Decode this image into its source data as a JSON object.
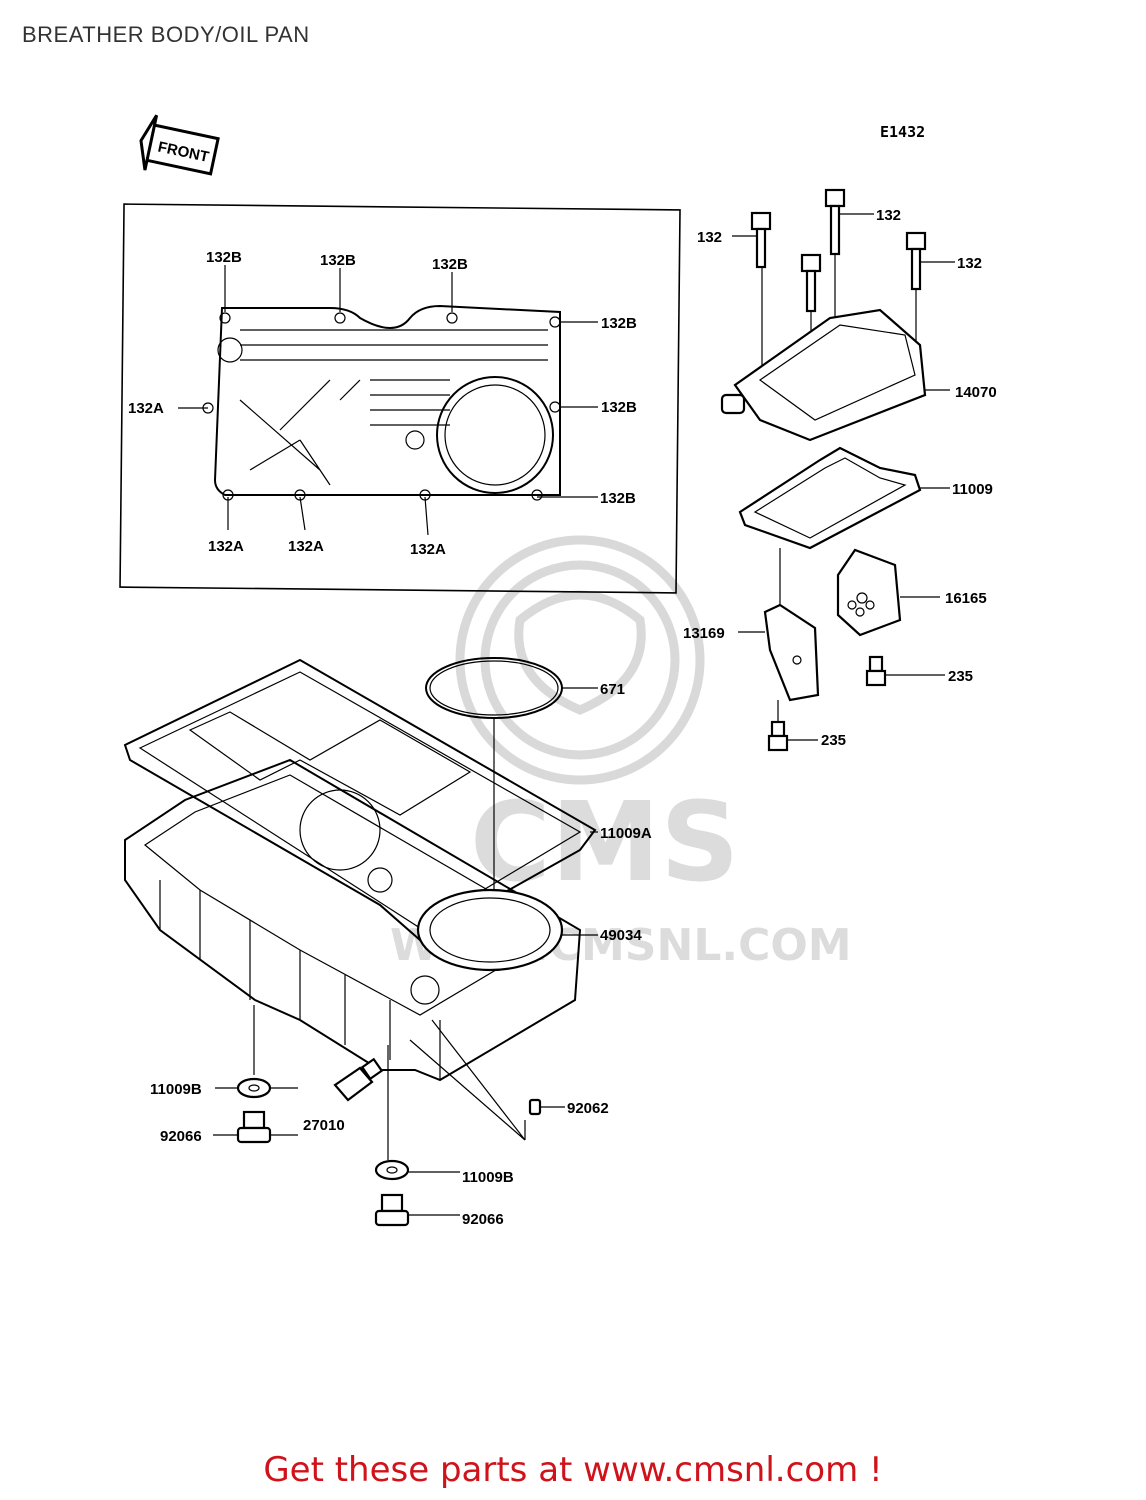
{
  "page": {
    "title": "BREATHER BODY/OIL PAN",
    "footer": "Get these parts at www.cmsnl.com !"
  },
  "diagram": {
    "code": "E1432",
    "front_label": "FRONT",
    "watermark": {
      "main": "CMS",
      "url": "WWW.CMSNL.COM"
    },
    "labels": {
      "b132_a": "132",
      "b132_b": "132",
      "b132_c": "132",
      "p132b_1": "132B",
      "p132b_2": "132B",
      "p132b_3": "132B",
      "p132b_4": "132B",
      "p132b_5": "132B",
      "p132b_6": "132B",
      "p132a_1": "132A",
      "p132a_2": "132A",
      "p132a_3": "132A",
      "p132a_4": "132A",
      "p14070": "14070",
      "p11009": "11009",
      "p16165": "16165",
      "p13169": "13169",
      "p235_1": "235",
      "p235_2": "235",
      "p671": "671",
      "p11009a": "11009A",
      "p49034": "49034",
      "p11009b_1": "11009B",
      "p92066_1": "92066",
      "p27010": "27010",
      "p92062": "92062",
      "p11009b_2": "11009B",
      "p92066_2": "92066"
    }
  }
}
